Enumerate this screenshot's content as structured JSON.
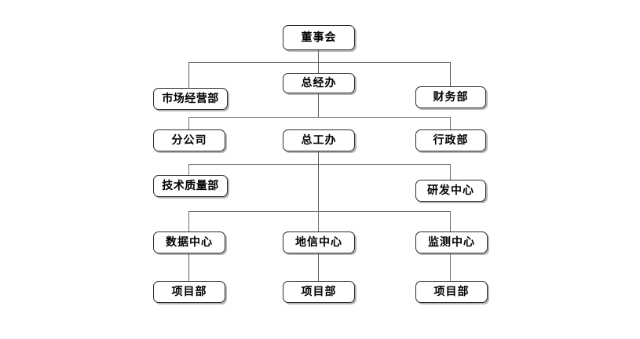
{
  "diagram": {
    "type": "organization-chart",
    "title": "",
    "background_color": "#ffffff",
    "box_border_color": "#2b2b2b",
    "box_fill_color": "#ffffff",
    "connector_color": "#6f6f6f",
    "text_color": "#000000"
  },
  "nodes": {
    "board": {
      "label": "董事会"
    },
    "row2": {
      "left": {
        "label": "市场经营部"
      },
      "center": {
        "label": "总经办"
      },
      "right": {
        "label": "财务部"
      }
    },
    "row3": {
      "left": {
        "label": "分公司"
      },
      "center": {
        "label": "总工办"
      },
      "right": {
        "label": "行政部"
      }
    },
    "row4": {
      "left": {
        "label": "技术质量部"
      },
      "right": {
        "label": "研发中心"
      }
    },
    "row5": {
      "left": {
        "label": "数据中心"
      },
      "center": {
        "label": "地信中心"
      },
      "right": {
        "label": "监测中心"
      }
    },
    "row6": {
      "left": {
        "label": "项目部"
      },
      "center": {
        "label": "项目部"
      },
      "right": {
        "label": "项目部"
      }
    }
  }
}
